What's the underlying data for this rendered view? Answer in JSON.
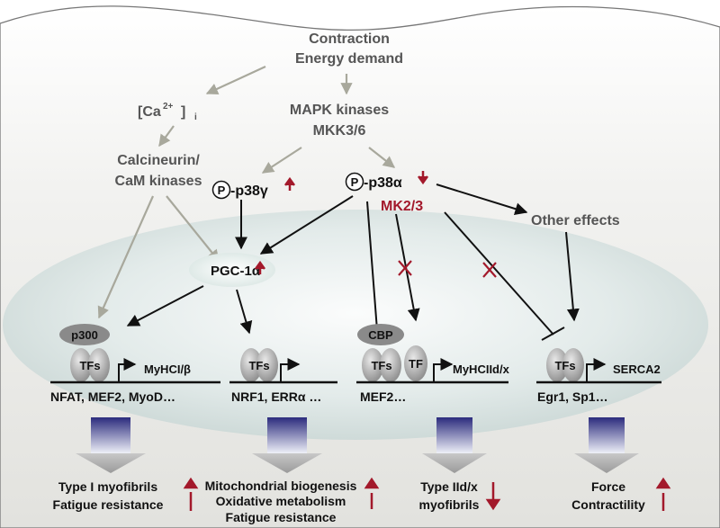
{
  "signals": {
    "contraction": "Contraction",
    "energy_demand": "Energy demand",
    "calcium_base": "[Ca",
    "calcium_sup": "2+",
    "calcium_close": "]",
    "calcium_sub": "i",
    "mapk": "MAPK kinases",
    "mkk": "MKK3/6",
    "calcineurin": "Calcineurin/",
    "cam": "CaM kinases"
  },
  "kinases": {
    "phospho_symbol": "P",
    "p38g": "-p38γ",
    "p38a": "-p38α",
    "mk23": "MK2/3",
    "other_effects": "Other effects"
  },
  "nucleus": {
    "pgc1a": "PGC-1α",
    "p300": "p300",
    "cbp": "CBP",
    "tfs": "TFs",
    "tf": "TF"
  },
  "genes": {
    "myhc1": "MyHCI/β",
    "myhc2": "MyHCIId/x",
    "serca2": "SERCA2",
    "tf_set1": "NFAT, MEF2, MyoD…",
    "tf_set2": "NRF1, ERRα …",
    "tf_set3": "MEF2…",
    "tf_set4": "Egr1, Sp1…"
  },
  "outcomes": {
    "o1_line1": "Type I myofibrils",
    "o1_line2": "Fatigue resistance",
    "o2_line1": "Mitochondrial biogenesis",
    "o2_line2": "Oxidative metabolism",
    "o2_line3": "Fatigue resistance",
    "o3_line1": "Type IId/x",
    "o3_line2": "myofibrils",
    "o4_line1": "Force",
    "o4_line2": "Contractility"
  },
  "colors": {
    "grey_text": "#555555",
    "red_accent": "#a3192b",
    "arrow_black": "#111111",
    "arrow_grey": "#a8a89c"
  }
}
